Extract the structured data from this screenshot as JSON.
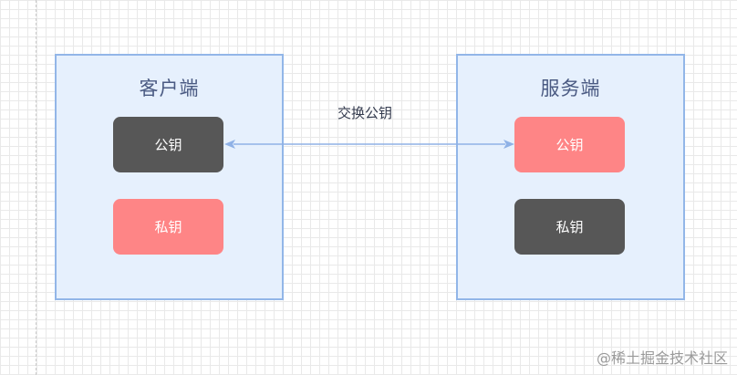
{
  "client": {
    "title": "客户端",
    "public_key": "公钥",
    "private_key": "私钥"
  },
  "server": {
    "title": "服务端",
    "public_key": "公钥",
    "private_key": "私钥"
  },
  "exchange_label": "交换公钥",
  "watermark": "@稀土掘金技术社区",
  "colors": {
    "panel_fill": "#e6f0fd",
    "panel_border": "#92b6e8",
    "dark_key": "#575757",
    "pink_key": "#fe8586",
    "arrow": "#8fb1e6"
  }
}
